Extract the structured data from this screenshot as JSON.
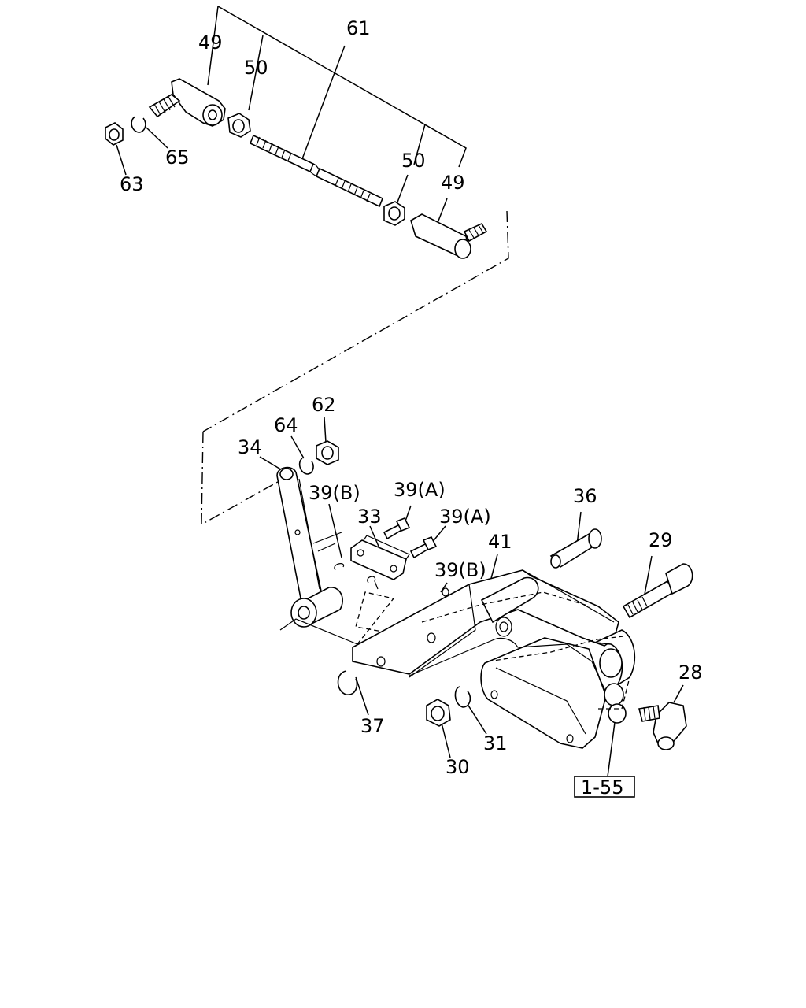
{
  "diagram": {
    "labels": {
      "l49a": "49",
      "l50a": "50",
      "l61": "61",
      "l65": "65",
      "l63": "63",
      "l50b": "50",
      "l49b": "49",
      "l62": "62",
      "l64": "64",
      "l34": "34",
      "l39b1": "39(B)",
      "l39a1": "39(A)",
      "l33": "33",
      "l39a2": "39(A)",
      "l36": "36",
      "l41": "41",
      "l29": "29",
      "l39b2": "39(B)",
      "l28": "28",
      "l37": "37",
      "l31": "31",
      "l30": "30"
    },
    "reference": "1-55"
  }
}
